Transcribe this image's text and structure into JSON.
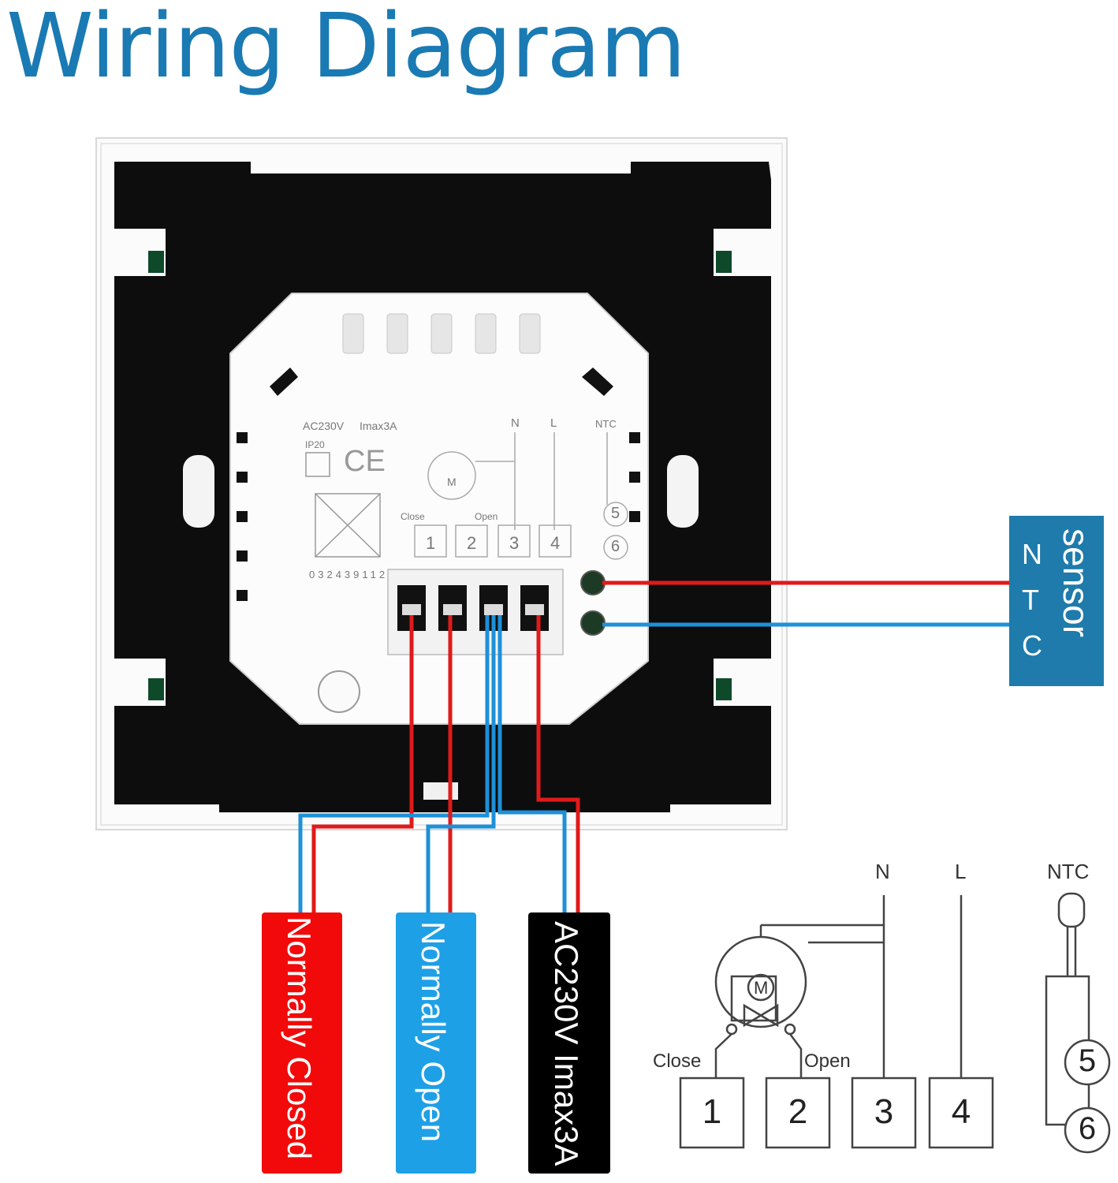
{
  "title": "Wiring Diagram",
  "device": {
    "voltage": "AC230V",
    "current": "Imax3A",
    "ip_rating": "IP20",
    "ce_mark": "CE",
    "serial": "032439112",
    "pin_labels": [
      "N",
      "L",
      "NTC"
    ],
    "valve_labels": [
      "Close",
      "Open"
    ],
    "motor_label": "M",
    "terminals": [
      "1",
      "2",
      "3",
      "4"
    ],
    "sensor_terminals": [
      "5",
      "6"
    ]
  },
  "sensor": {
    "label": "sensor",
    "sub_label": "NTC"
  },
  "wire_labels": {
    "normally_closed": "Normally Closed",
    "normally_open": "Normally Open",
    "power": "AC230V Imax3A"
  },
  "schematic": {
    "pin_labels": [
      "N",
      "L",
      "NTC"
    ],
    "valve_close": "Close",
    "valve_open": "Open",
    "motor": "M",
    "terminals": [
      "1",
      "2",
      "3",
      "4"
    ],
    "sensor_terminals": [
      "5",
      "6"
    ]
  },
  "colors": {
    "title": "#1a7ab3",
    "red_wire": "#e01a1a",
    "blue_wire": "#1e90d8",
    "sensor_box": "#1e7bab",
    "panel_black": "#0d0d0d"
  }
}
